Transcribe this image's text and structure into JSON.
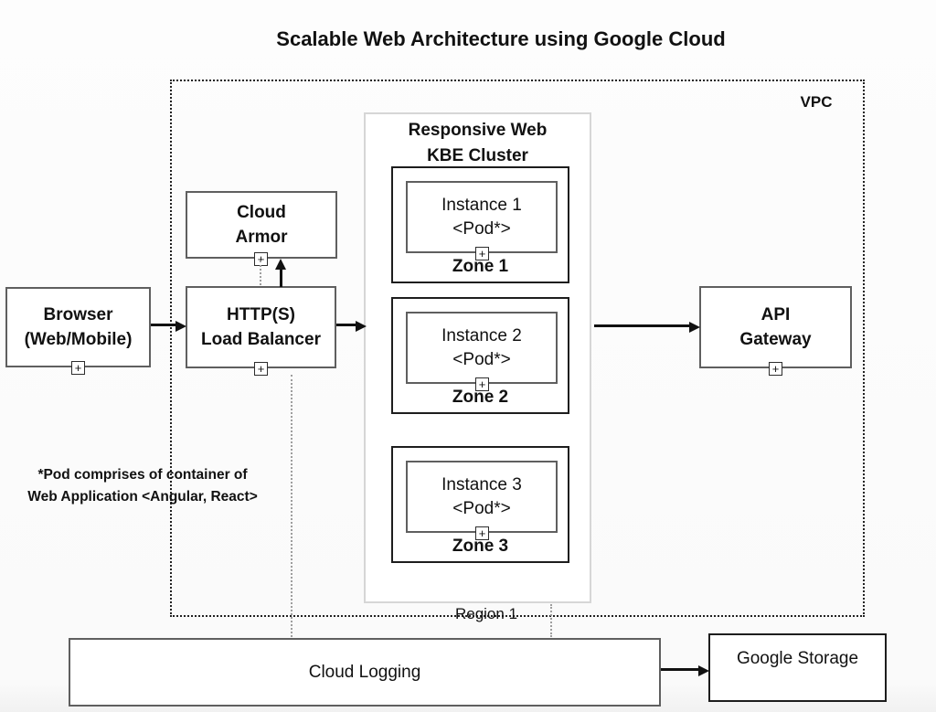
{
  "title": "Scalable Web Architecture using Google Cloud",
  "vpc": {
    "label": "VPC",
    "region_label": "Region 1"
  },
  "nodes": {
    "browser": {
      "line1": "Browser",
      "line2": "(Web/Mobile)"
    },
    "cloud_armor": {
      "line1": "Cloud",
      "line2": "Armor"
    },
    "load_balancer": {
      "line1": "HTTP(S)",
      "line2": "Load Balancer"
    },
    "api_gateway": {
      "line1": "API",
      "line2": "Gateway"
    },
    "cloud_logging": {
      "label": "Cloud Logging"
    },
    "google_storage": {
      "label": "Google Storage"
    }
  },
  "cluster": {
    "title_line1": "Responsive Web",
    "title_line2": "KBE Cluster",
    "zones": [
      {
        "instance": "Instance 1",
        "pod": "<Pod*>",
        "zone_label": "Zone 1"
      },
      {
        "instance": "Instance 2",
        "pod": "<Pod*>",
        "zone_label": "Zone 2"
      },
      {
        "instance": "Instance 3",
        "pod": "<Pod*>",
        "zone_label": "Zone 3"
      }
    ]
  },
  "note": {
    "line1": "*Pod comprises of container of",
    "line2": "Web Application <Angular, React>"
  },
  "expand_icon_glyph": "+",
  "colors": {
    "background": "#fcfcfc",
    "box_border": "#5f5f5f",
    "zone_border": "#1d1d1d",
    "cluster_border": "#d6d6d6",
    "vpc_border": "#222222",
    "arrow": "#111111",
    "dotted_connector": "#9e9e9e"
  }
}
